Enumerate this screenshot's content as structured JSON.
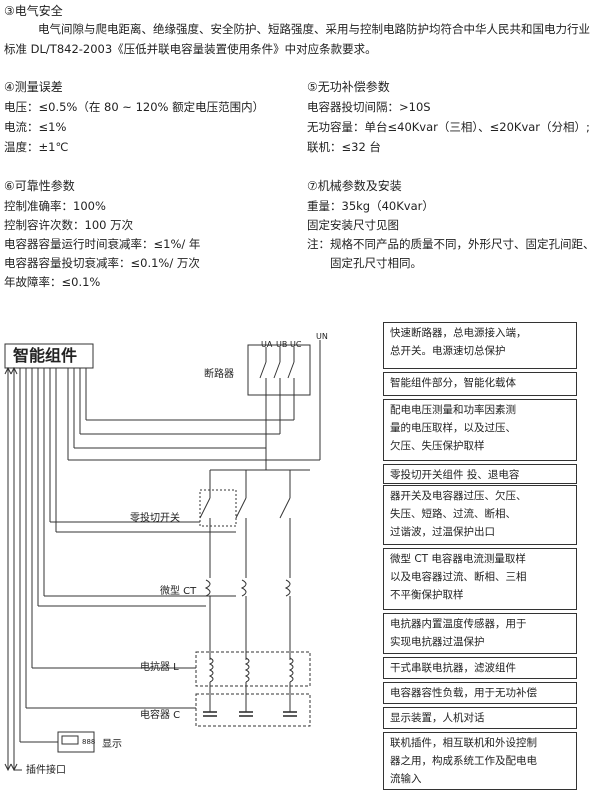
{
  "sec3": {
    "title": "③电气安全",
    "body": "电气间隙与爬电距离、绝缘强度、安全防护、短路强度、采用与控制电路防护均符合中华人民共和国电力行业标准 DL/T842-2003《压低并联电容量装置使用条件》中对应条款要求。"
  },
  "sec4": {
    "title": "④测量误差",
    "lines": [
      "电压：≤0.5%（在 80 ~ 120% 额定电压范围内）",
      "电流：≤1%",
      "温度：±1℃"
    ]
  },
  "sec5": {
    "title": "⑤无功补偿参数",
    "lines": [
      "电容器投切间隔：>10S",
      "无功容量：单台≤40Kvar（三相）、≤20Kvar（分相）;",
      "联机：≤32 台"
    ]
  },
  "sec6": {
    "title": "⑥可靠性参数",
    "lines": [
      "控制准确率：100%",
      "控制容许次数：100 万次",
      "电容器容量运行时间衰减率：≤1%/ 年",
      "电容器容量投切衰减率：≤0.1%/ 万次",
      "年故障率：≤0.1%"
    ]
  },
  "sec7": {
    "title": "⑦机械参数及安装",
    "lines": [
      "重量：35kg（40Kvar）",
      "固定安装尺寸见图",
      "注：规格不同产品的质量不同，外形尺寸、固定孔间距、",
      "固定孔尺寸相同。"
    ]
  },
  "diagram": {
    "module_title": "智能组件",
    "breaker": "断路器",
    "switch": "零投切开关",
    "ct": "微型 CT",
    "reactor": "电抗器 L",
    "capacitor": "电容器 C",
    "display": "显示",
    "plug": "插件接口",
    "phase_a": "UA",
    "phase_b": "UB",
    "phase_c": "UC",
    "neutral": "UN",
    "display_digits": "888"
  },
  "legend": [
    "快速断路器，总电源接入端，\n总开关。电源速切总保护",
    "智能组件部分，智能化载体",
    "配电电压测量和功率因素测\n量的电压取样，以及过压、\n欠压、失压保护取样",
    "零投切开关组件 投、退电容",
    "器开关及电容器过压、欠压、\n失压、短路、过流、断相、\n过谐波，过温保护出口",
    "微型 CT 电容器电流测量取样\n以及电容器过流、断相、三相\n不平衡保护取样",
    "电抗器内置温度传感器，用于\n实现电抗器过温保护",
    "干式串联电抗器，滤波组件",
    "电容器容性负载，用于无功补偿",
    "显示装置，人机对话",
    "联机插件，相互联机和外设控制\n器之用，构成系统工作及配电电\n流输入"
  ]
}
